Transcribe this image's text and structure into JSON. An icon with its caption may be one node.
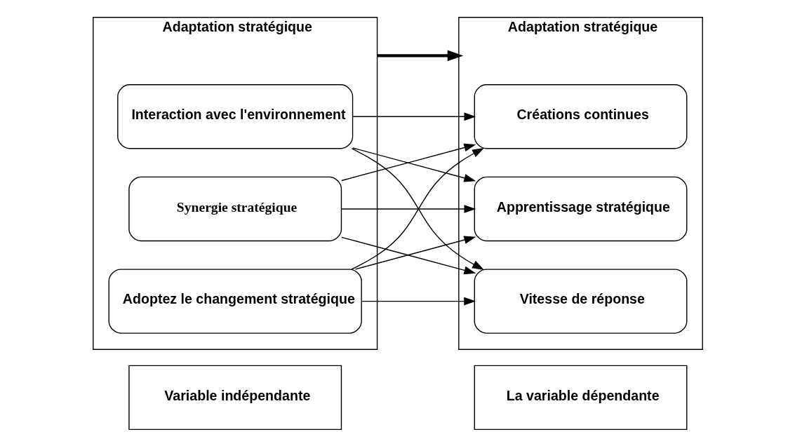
{
  "diagram": {
    "nodes": [
      {
        "text": [
          "Variable indépendante"
        ]
      },
      {
        "text": [
          "La variable dépendante"
        ]
      },
      {
        "text": [
          "Adaptation stratégique"
        ]
      },
      {
        "text": [
          "Adoptez le changement stratégique"
        ],
        "in": 2
      },
      {
        "text": [
          "Interaction avec l'environnement"
        ],
        "in": 2
      },
      {
        "text": [
          "Synergie stratégique"
        ],
        "in": 2
      },
      {
        "text": [
          "Adaptation stratégique"
        ]
      },
      {
        "text": [
          "Vitesse de réponse"
        ],
        "in": 6
      },
      {
        "text": [
          "Créations continues"
        ],
        "in": 6
      },
      {
        "text": [
          "Apprentissage stratégique"
        ],
        "in": 6
      }
    ],
    "edges": [
      {
        "from": 2,
        "to": 6,
        "arrow": "to",
        "style": "thick"
      },
      {
        "from": 3,
        "to": 7,
        "arrow": "to"
      },
      {
        "from": 3,
        "to": 8,
        "arrow": "to"
      },
      {
        "from": 3,
        "to": 9,
        "arrow": "to"
      },
      {
        "from": 4,
        "to": 7,
        "arrow": "to"
      },
      {
        "from": 4,
        "to": 8,
        "arrow": "to"
      },
      {
        "from": 4,
        "to": 9,
        "arrow": "to"
      },
      {
        "from": 5,
        "to": 7,
        "arrow": "to"
      },
      {
        "from": 5,
        "to": 8,
        "arrow": "to"
      },
      {
        "from": 5,
        "to": 9,
        "arrow": "to"
      }
    ]
  }
}
